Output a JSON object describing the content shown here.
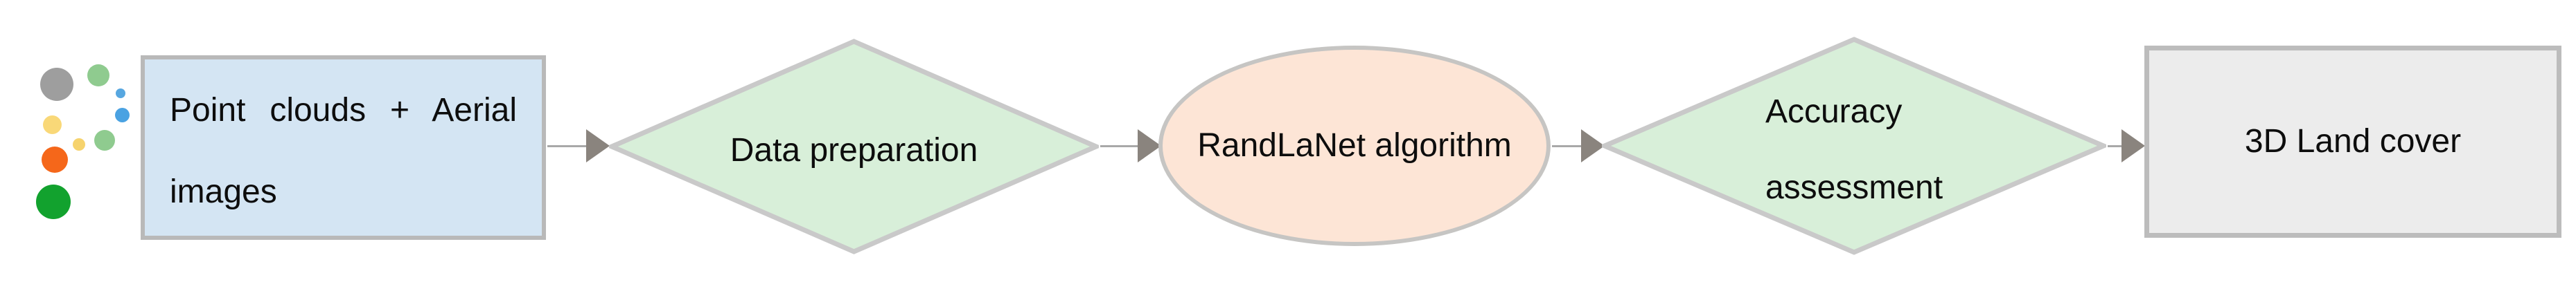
{
  "figure": {
    "type": "flowchart",
    "background": "#ffffff",
    "line_color": "#a8a8a8",
    "arrow_color": "#8a847e"
  },
  "icon": {
    "name": "point-cloud-icon",
    "dot_colors": [
      "#9e9e9e",
      "#8fcb8f",
      "#57a7e0",
      "#4aa2e2",
      "#f9d878",
      "#f6d36d",
      "#8fcb8f",
      "#f5671a",
      "#12a22e"
    ]
  },
  "nodes": {
    "input": {
      "shape": "rectangle",
      "fill": "#d4e5f3",
      "border": "#b9b9b9",
      "line1": "Point clouds + Aerial",
      "line2": "images"
    },
    "prep": {
      "shape": "diamond",
      "fill": "#d8efd9",
      "border": "#c9c9c9",
      "label": "Data preparation"
    },
    "model": {
      "shape": "ellipse",
      "fill": "#fde5d6",
      "border": "#c6c5c3",
      "label": "RandLaNet algorithm"
    },
    "accuracy": {
      "shape": "diamond",
      "fill": "#d8efd9",
      "border": "#c9c9c9",
      "line1": "Accuracy",
      "line2": "assessment"
    },
    "output": {
      "shape": "rectangle",
      "fill": "#ececec",
      "border": "#bcbcbc",
      "label": "3D Land cover"
    }
  }
}
